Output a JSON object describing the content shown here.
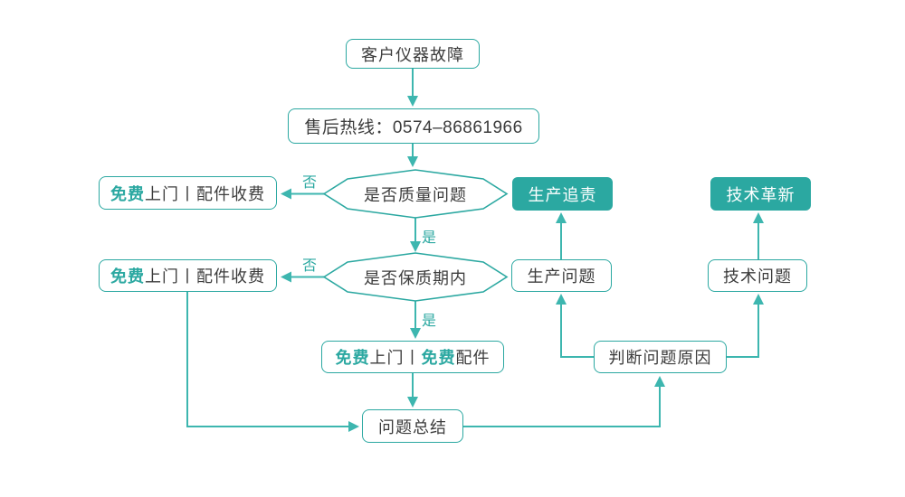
{
  "colors": {
    "accent": "#2ba8a1",
    "line": "#3db6af",
    "dark_text": "#3c3c3c",
    "background": "#ffffff"
  },
  "nodes": {
    "customer_fault": {
      "label": "客户仪器故障"
    },
    "hotline": {
      "label": "售后热线：0574–86861966"
    },
    "decision_quality": {
      "label": "是否质量问题"
    },
    "free_visit_paid_parts_row1": {
      "segments": [
        {
          "text": "免费",
          "accent": true
        },
        {
          "text": "上门丨配件收费",
          "accent": false
        }
      ]
    },
    "production_accountability": {
      "label": "生产追责"
    },
    "tech_innovation": {
      "label": "技术革新"
    },
    "decision_warranty": {
      "label": "是否保质期内"
    },
    "free_visit_paid_parts_row2": {
      "segments": [
        {
          "text": "免费",
          "accent": true
        },
        {
          "text": "上门丨配件收费",
          "accent": false
        }
      ]
    },
    "production_issue": {
      "label": "生产问题"
    },
    "tech_issue": {
      "label": "技术问题"
    },
    "free_visit_free_parts": {
      "segments": [
        {
          "text": "免费",
          "accent": true
        },
        {
          "text": "上门丨",
          "accent": false
        },
        {
          "text": "免费",
          "accent": true
        },
        {
          "text": "配件",
          "accent": false
        }
      ]
    },
    "judge_cause": {
      "label": "判断问题原因"
    },
    "problem_summary": {
      "label": "问题总结"
    }
  },
  "edge_labels": {
    "quality_no": "否",
    "quality_yes": "是",
    "warranty_no": "否",
    "warranty_yes": "是"
  }
}
